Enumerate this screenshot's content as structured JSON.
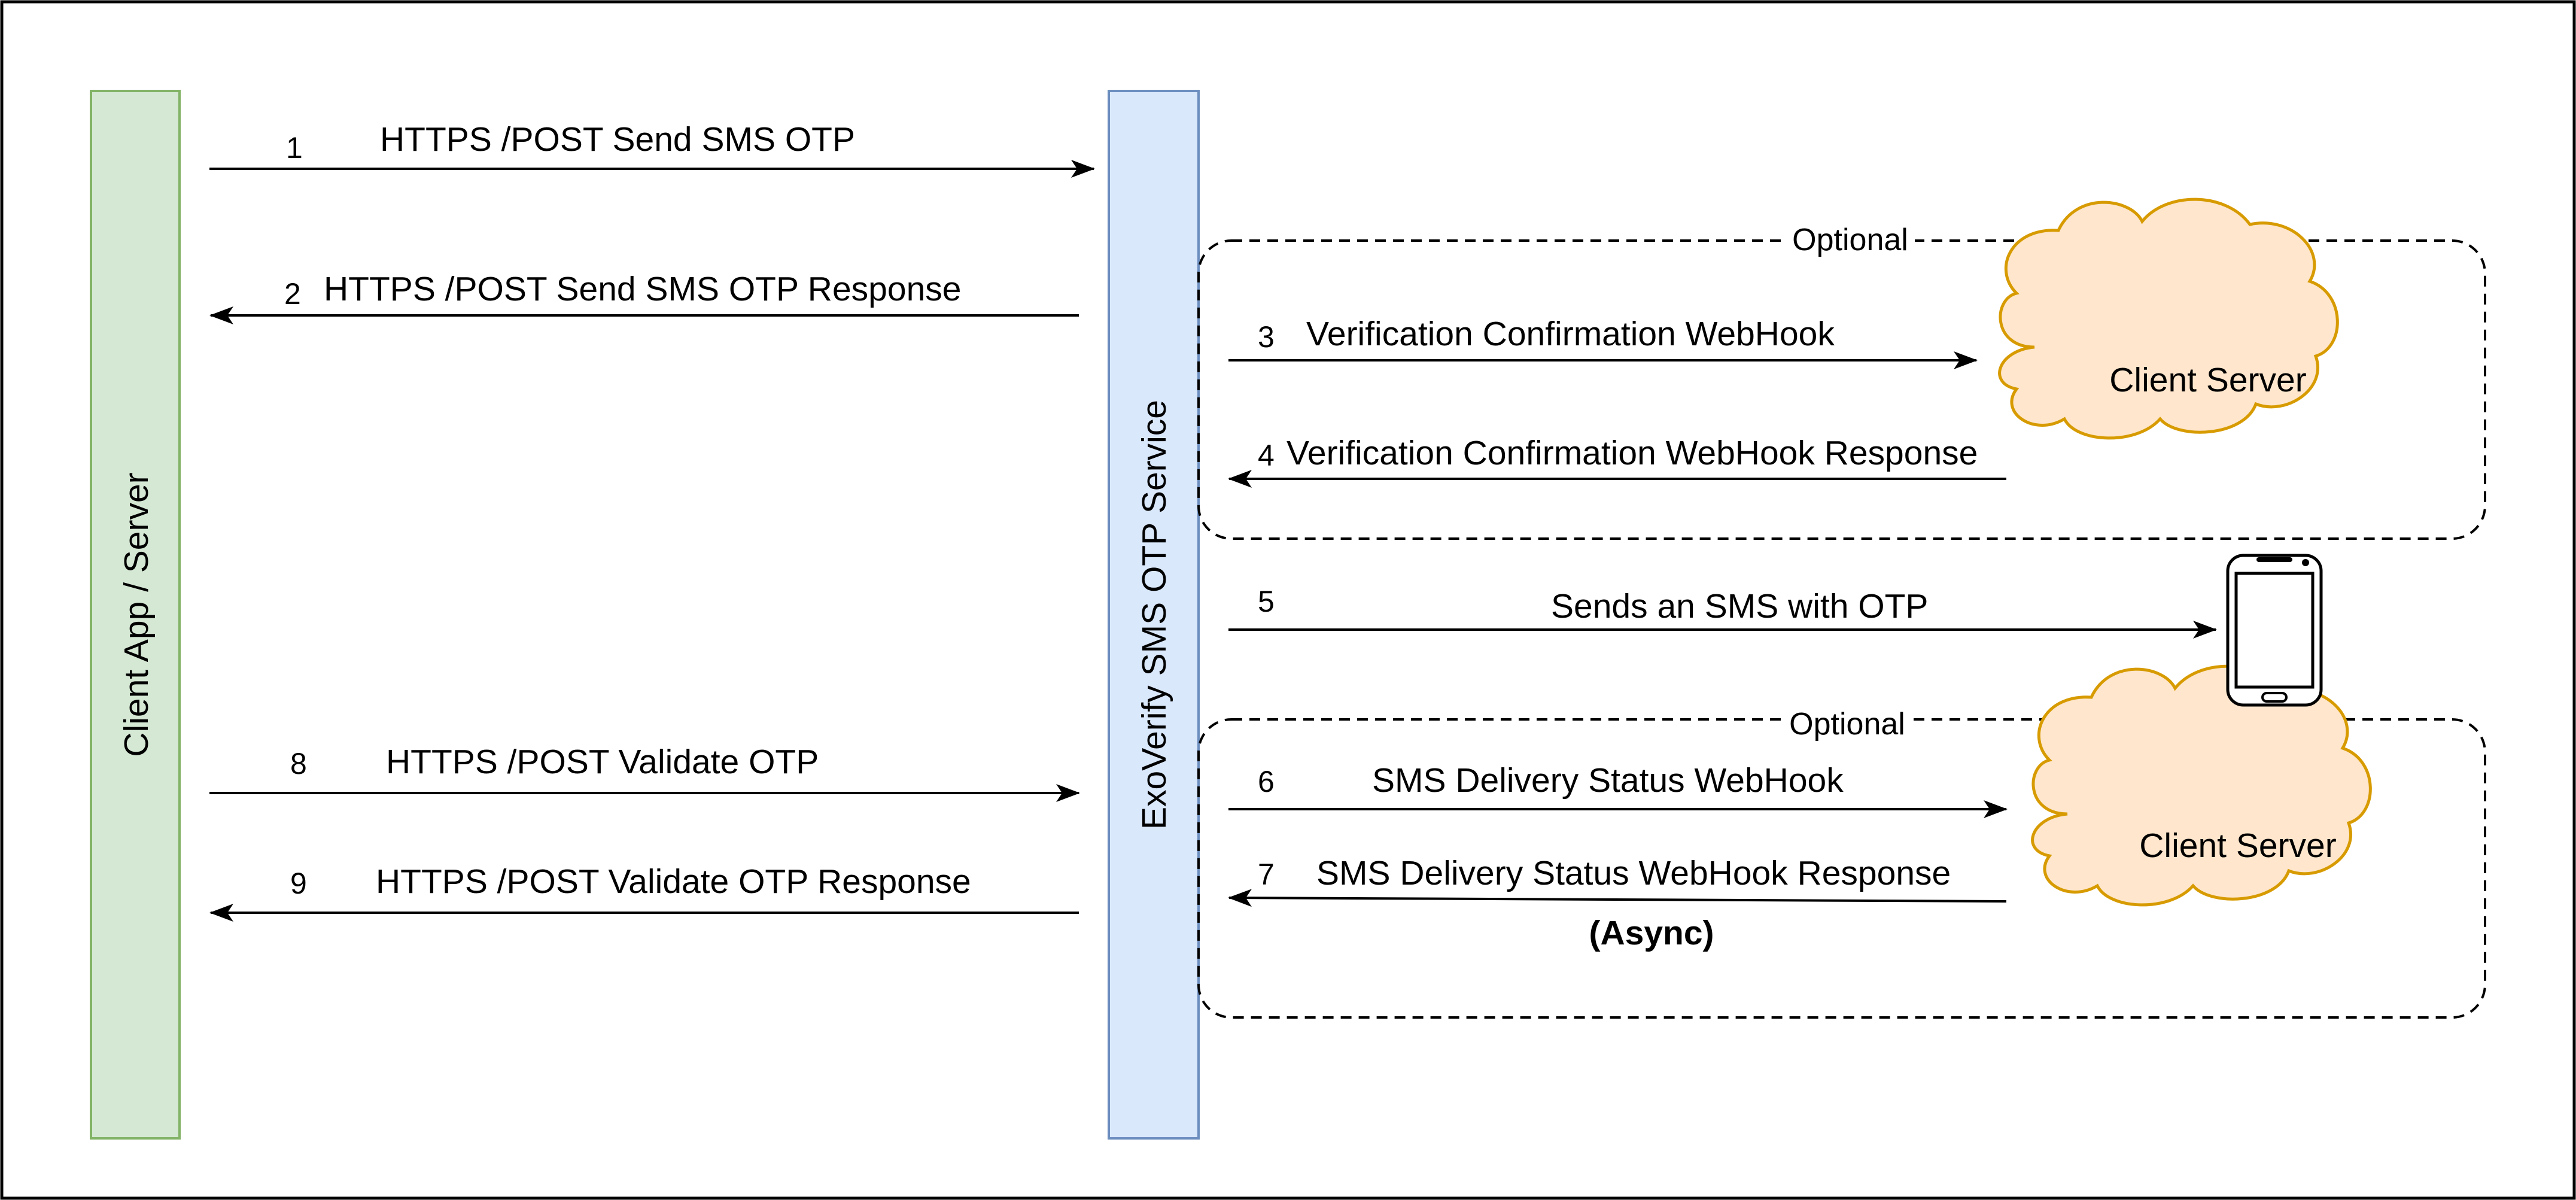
{
  "colors": {
    "client_fill": "#d5e8d4",
    "client_stroke": "#82b366",
    "service_fill": "#dae8fc",
    "service_stroke": "#6c8ebf",
    "cloud_fill": "#ffe6cc",
    "cloud_stroke": "#d79b00"
  },
  "lanes": {
    "client": "Client App / Server",
    "service": "ExoVerify SMS OTP Service"
  },
  "groups": {
    "optional_top": "Optional",
    "optional_bottom": "Optional"
  },
  "clouds": {
    "top": "Client Server",
    "bottom": "Client Server"
  },
  "phone": {
    "icon": "smartphone-icon"
  },
  "messages": [
    {
      "num": "1",
      "label": "HTTPS /POST Send SMS OTP"
    },
    {
      "num": "2",
      "label": "HTTPS /POST Send SMS OTP Response"
    },
    {
      "num": "3",
      "label": "Verification Confirmation WebHook"
    },
    {
      "num": "4",
      "label": "Verification Confirmation WebHook Response"
    },
    {
      "num": "5",
      "label": "Sends an SMS with OTP"
    },
    {
      "num": "6",
      "label": "SMS Delivery Status WebHook"
    },
    {
      "num": "7",
      "label": "SMS Delivery Status WebHook Response",
      "note": "(Async)"
    },
    {
      "num": "8",
      "label": "HTTPS /POST Validate OTP"
    },
    {
      "num": "9",
      "label": "HTTPS /POST Validate OTP Response"
    }
  ]
}
